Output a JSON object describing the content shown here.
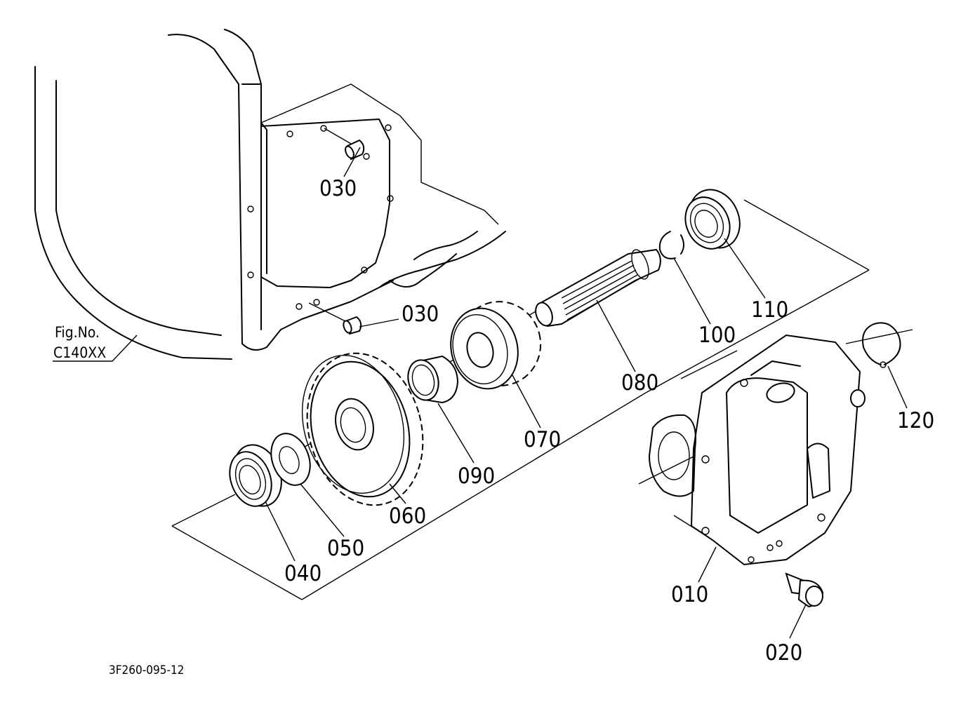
{
  "figure": {
    "fig_label": "Fig.No.",
    "fig_number": "C140XX",
    "drawing_code": "3F260-095-12"
  },
  "parts": {
    "p010": "010",
    "p020": "020",
    "p030a": "030",
    "p030b": "030",
    "p040": "040",
    "p050": "050",
    "p060": "060",
    "p070": "070",
    "p080": "080",
    "p090": "090",
    "p100": "100",
    "p110": "110",
    "p120": "120"
  },
  "colors": {
    "line": "#000000",
    "background": "#ffffff"
  }
}
